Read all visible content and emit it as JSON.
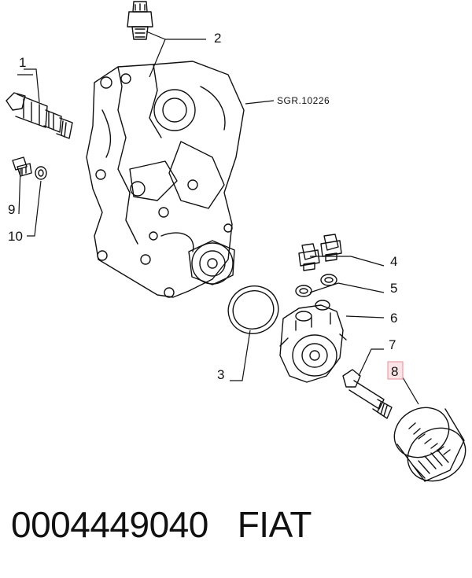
{
  "diagram": {
    "reference_code": "SGR.10226",
    "callouts": [
      "1",
      "2",
      "3",
      "4",
      "5",
      "6",
      "7",
      "8",
      "9",
      "10"
    ],
    "highlighted_callout": "8",
    "highlight_color": "#e8a0a8"
  },
  "footer": {
    "part_number": "0004449040",
    "brand": "FIAT"
  }
}
